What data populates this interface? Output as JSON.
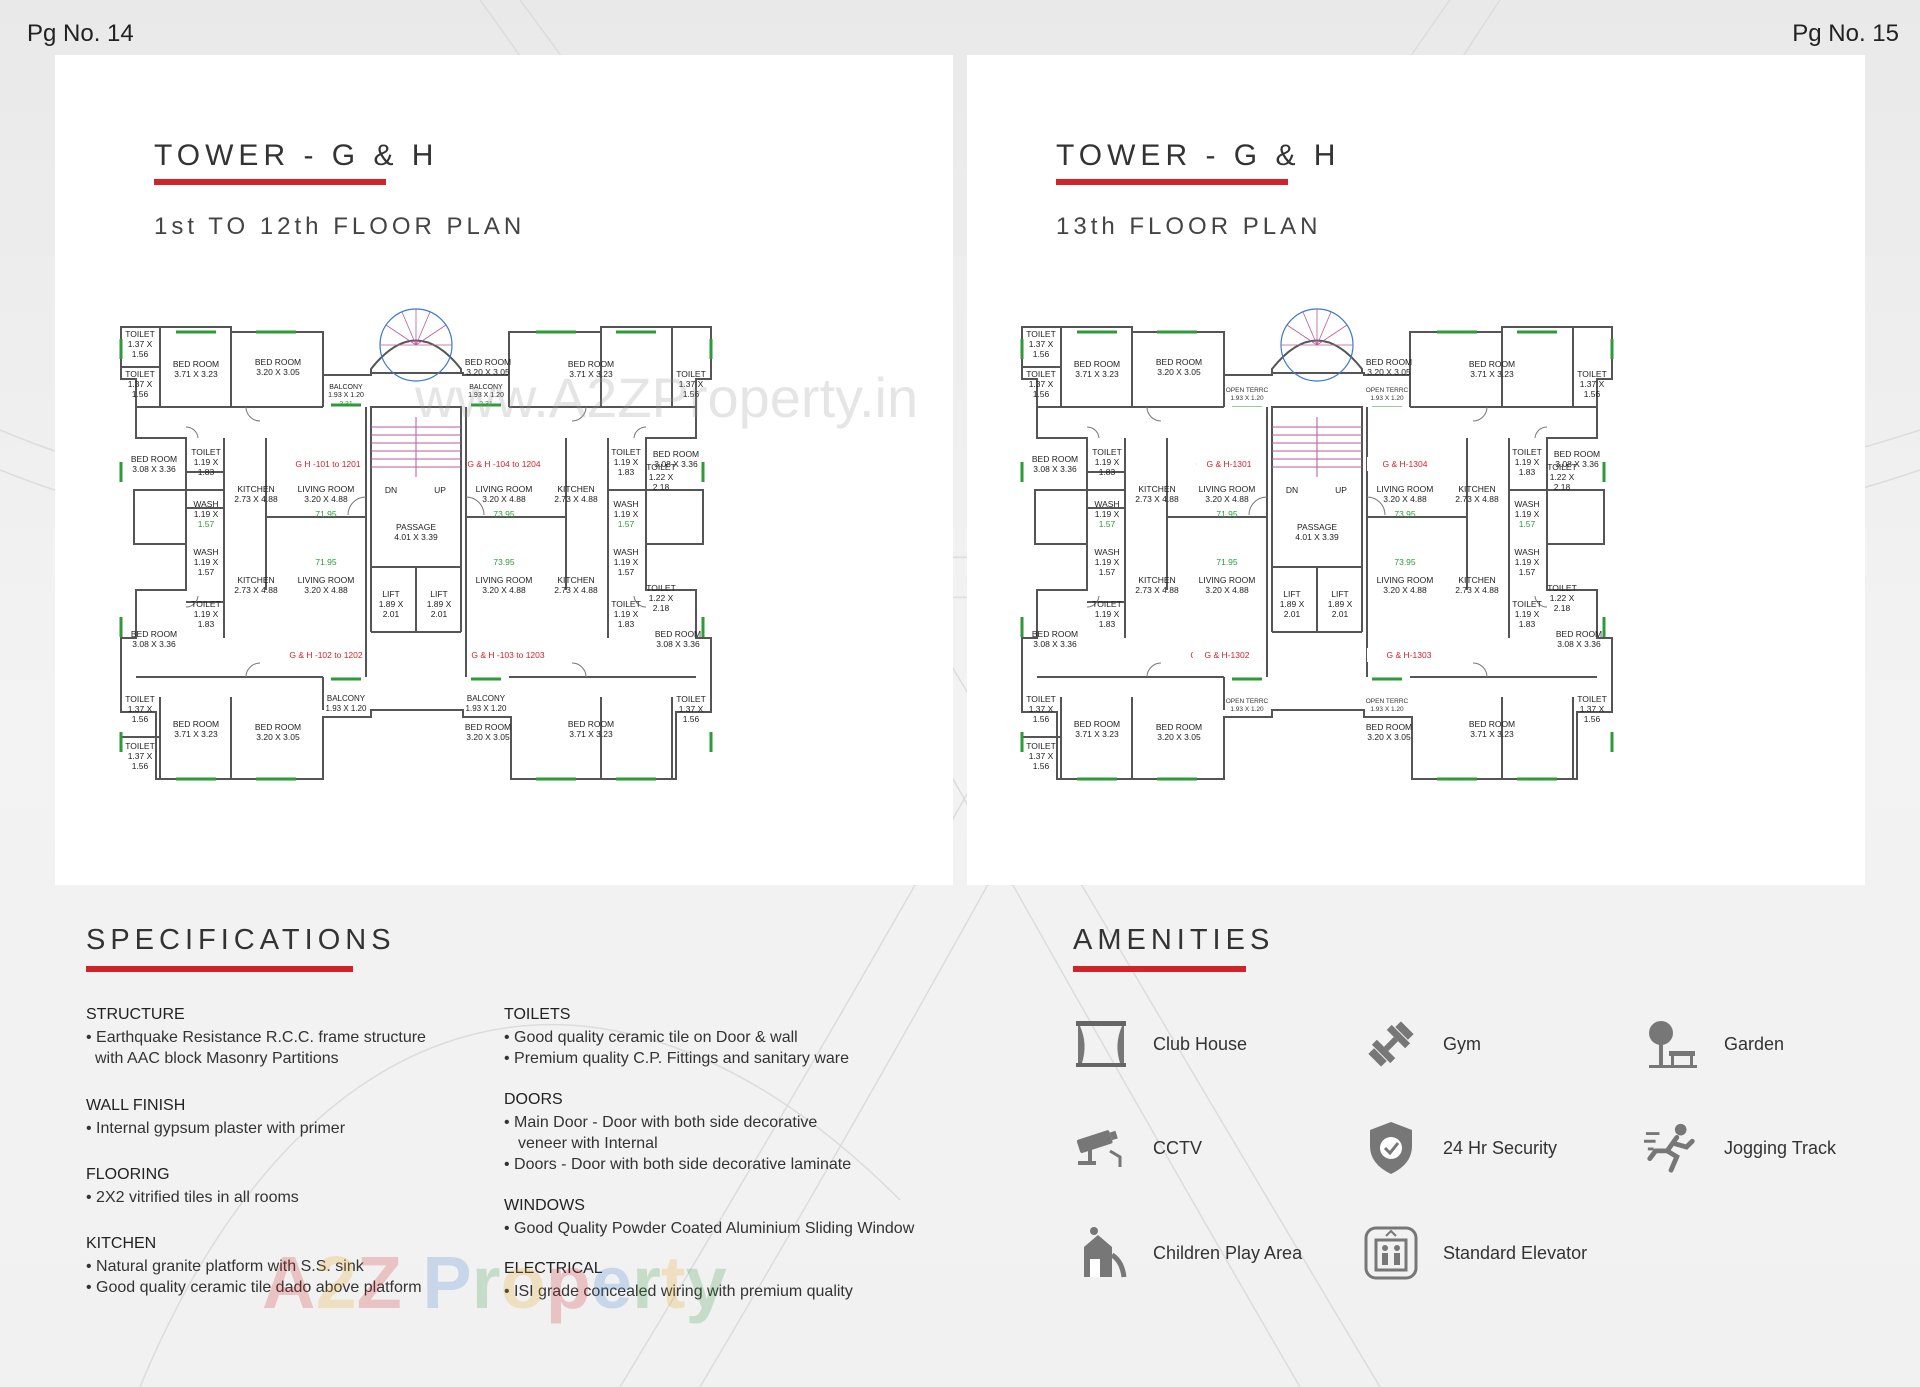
{
  "page_numbers": {
    "left": "Pg No. 14",
    "right": "Pg No. 15"
  },
  "colors": {
    "accent": "#d0232a",
    "wall": "#555555",
    "window": "#2e9a3a",
    "stair": "#b85a9c",
    "lift_stair_circle": "#3a7ad0"
  },
  "left_panel": {
    "title": "TOWER - G & H",
    "subtitle": "1st TO 12th FLOOR PLAN",
    "watermark": "www.A2ZProperty.in",
    "flat_labels": [
      "G H -101 to 1201",
      "G & H -104 to 1204",
      "G & H -102 to 1202",
      "G & H -103 to 1203"
    ],
    "rooms": {
      "toilet_a": [
        "TOILET",
        "1.37 X",
        "1.56"
      ],
      "bed_3713": [
        "BED ROOM",
        "3.71 X 3.23"
      ],
      "bed_3205": [
        "BED ROOM",
        "3.20 X 3.05"
      ],
      "bed_3036": [
        "BED ROOM",
        "3.08 X 3.36"
      ],
      "balcony": [
        "BALCONY",
        "1.93 X 1.20"
      ],
      "toilet_b": [
        "TOILET",
        "1.19 X",
        "1.83"
      ],
      "toilet_c": [
        "TOILET",
        "1.22 X",
        "2.18"
      ],
      "wash": [
        "WASH",
        "1.19 X",
        "1.57"
      ],
      "kitchen": [
        "KITCHEN",
        "2.73 X 4.88"
      ],
      "living": [
        "LIVING ROOM",
        "3.20 X 4.88"
      ],
      "passage": [
        "PASSAGE",
        "4.01 X 3.39"
      ],
      "lift": [
        "LIFT",
        "1.89 X",
        "2.01"
      ],
      "dn": "DN",
      "up": "UP",
      "area_a": "71.95",
      "area_b": "73.95",
      "balcony_area": "2.31"
    }
  },
  "right_panel": {
    "title": "TOWER - G & H",
    "subtitle": "13th FLOOR PLAN",
    "flat_labels": [
      "G & H-1301",
      "G & H-1304",
      "G & H-1302",
      "G & H-1303"
    ],
    "open_terrace": [
      "OPEN TERRC",
      "1.93 X 1.20"
    ]
  },
  "specifications": {
    "heading": "SPECIFICATIONS",
    "left_column": [
      {
        "title": "STRUCTURE",
        "lines": [
          "• Earthquake Resistance R.C.C. frame structure",
          "  with AAC block Masonry Partitions"
        ]
      },
      {
        "title": "WALL FINISH",
        "lines": [
          "• Internal gypsum plaster with primer"
        ]
      },
      {
        "title": "FLOORING",
        "lines": [
          "• 2X2 vitrified tiles in all rooms"
        ]
      },
      {
        "title": "KITCHEN",
        "lines": [
          "• Natural granite platform with S.S. sink",
          "• Good quality ceramic tile dado above platform"
        ]
      }
    ],
    "right_column": [
      {
        "title": "TOILETS",
        "lines": [
          "• Good quality ceramic tile on Door & wall",
          "• Premium quality C.P. Fittings and sanitary ware"
        ]
      },
      {
        "title": "DOORS",
        "lines": [
          "• Main Door - Door with both side decorative",
          "   veneer with Internal",
          "• Doors - Door with both side decorative laminate"
        ]
      },
      {
        "title": "WINDOWS",
        "lines": [
          "• Good Quality Powder Coated Aluminium Sliding Window"
        ]
      },
      {
        "title": "ELECTRICAL",
        "lines": [
          "• ISI grade concealed wiring with premium quality"
        ]
      }
    ]
  },
  "amenities": {
    "heading": "AMENITIES",
    "items": [
      {
        "label": "Club House",
        "icon": "club-house-icon"
      },
      {
        "label": "Gym",
        "icon": "dumbbell-icon"
      },
      {
        "label": "Garden",
        "icon": "garden-bench-icon"
      },
      {
        "label": "CCTV",
        "icon": "cctv-camera-icon"
      },
      {
        "label": "24 Hr Security",
        "icon": "security-shield-icon"
      },
      {
        "label": "Jogging Track",
        "icon": "jogging-icon"
      },
      {
        "label": "Children Play Area",
        "icon": "playground-icon"
      },
      {
        "label": "Standard Elevator",
        "icon": "elevator-icon"
      }
    ]
  },
  "logo_watermark": "A2Z Property"
}
